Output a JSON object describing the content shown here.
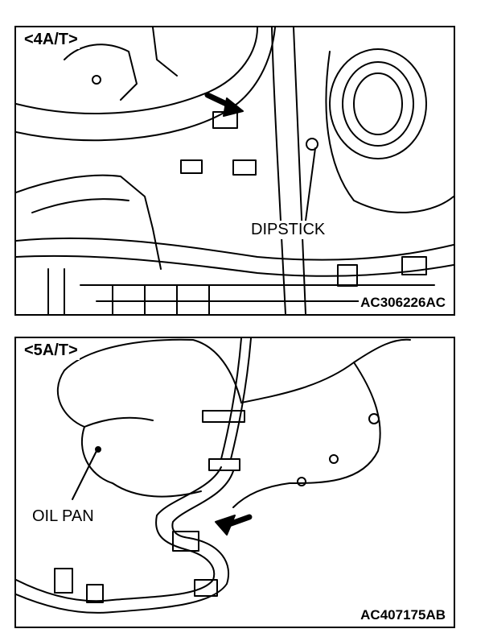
{
  "figures": [
    {
      "variant_label": "<4A/T>",
      "callout": "DIPSTICK",
      "figure_code": "AC306226AC"
    },
    {
      "variant_label": "<5A/T>",
      "callout": "OIL PAN",
      "figure_code": "AC407175AB"
    }
  ]
}
